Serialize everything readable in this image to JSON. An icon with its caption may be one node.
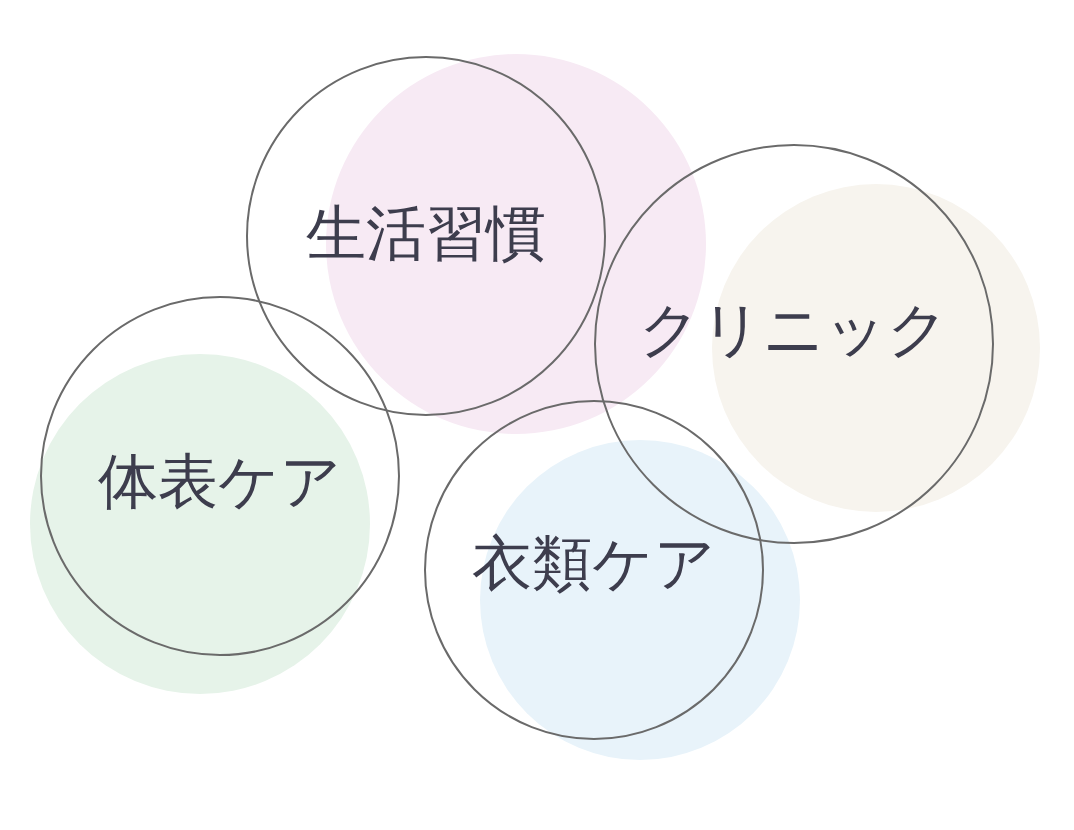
{
  "diagram": {
    "nodes": [
      {
        "text": [
          "生活習慣"
        ]
      },
      {
        "text": [
          "クリニック"
        ]
      },
      {
        "text": [
          "体表ケア"
        ]
      },
      {
        "text": [
          "衣類ケア"
        ]
      }
    ]
  }
}
